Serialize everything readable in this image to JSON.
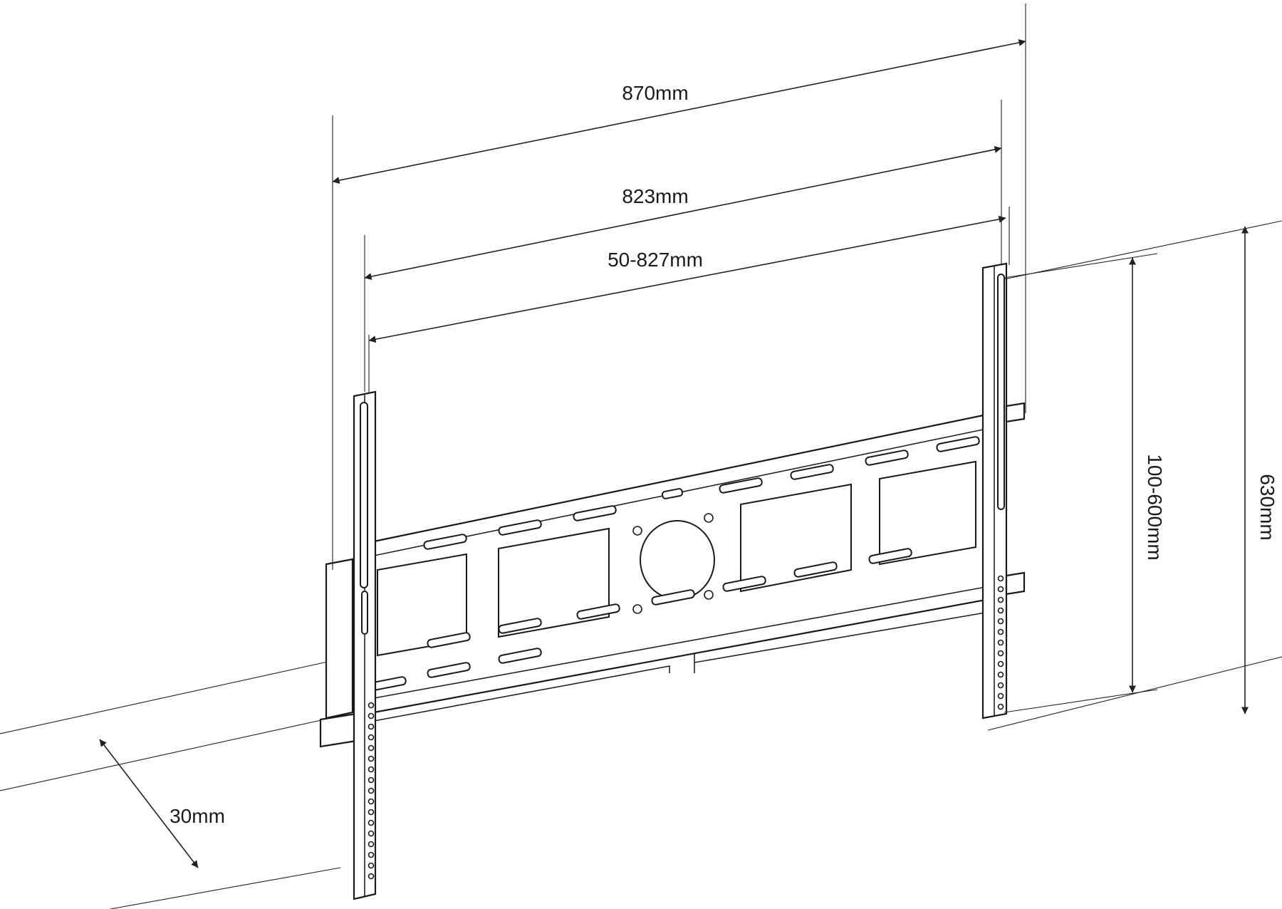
{
  "dimensions": {
    "overall_width": "870mm",
    "rail_width": "823mm",
    "adjust_width": "50-827mm",
    "vertical_range": "100-600mm",
    "overall_height": "630mm",
    "wall_depth": "30mm"
  },
  "colors": {
    "line": "#222222",
    "background": "#ffffff"
  }
}
